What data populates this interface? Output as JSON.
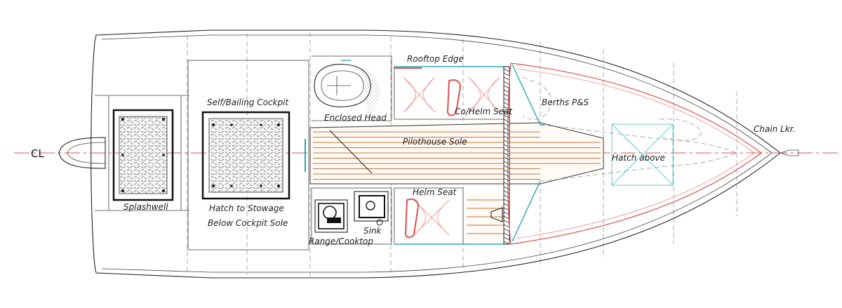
{
  "centerline_symbol": "CL",
  "labels": {
    "splashwell": "Splashwell",
    "self_bailing_cockpit": "Self/Bailing Cockpit",
    "hatch_to_stowage_1": "Hatch to Stowage",
    "hatch_to_stowage_2": "Below Cockpit Sole",
    "range_cooktop": "Range/Cooktop",
    "sink": "Sink",
    "enclosed_head": "Enclosed Head",
    "rooftop_edge": "Rooftop Edge",
    "co_helm_seat": "Co/Helm Seat",
    "helm_seat": "Helm Seat",
    "pilothouse_sole": "Pilothouse Sole",
    "berths": "Berths P&S",
    "hatch_above": "Hatch above",
    "chain_locker": "Chain Lkr."
  },
  "colors": {
    "outline": "#222222",
    "centerline": "#e05050",
    "cabin_outline": "#e05050",
    "glazing": "#2aa7b3",
    "sole_planking": "#c8743a"
  }
}
